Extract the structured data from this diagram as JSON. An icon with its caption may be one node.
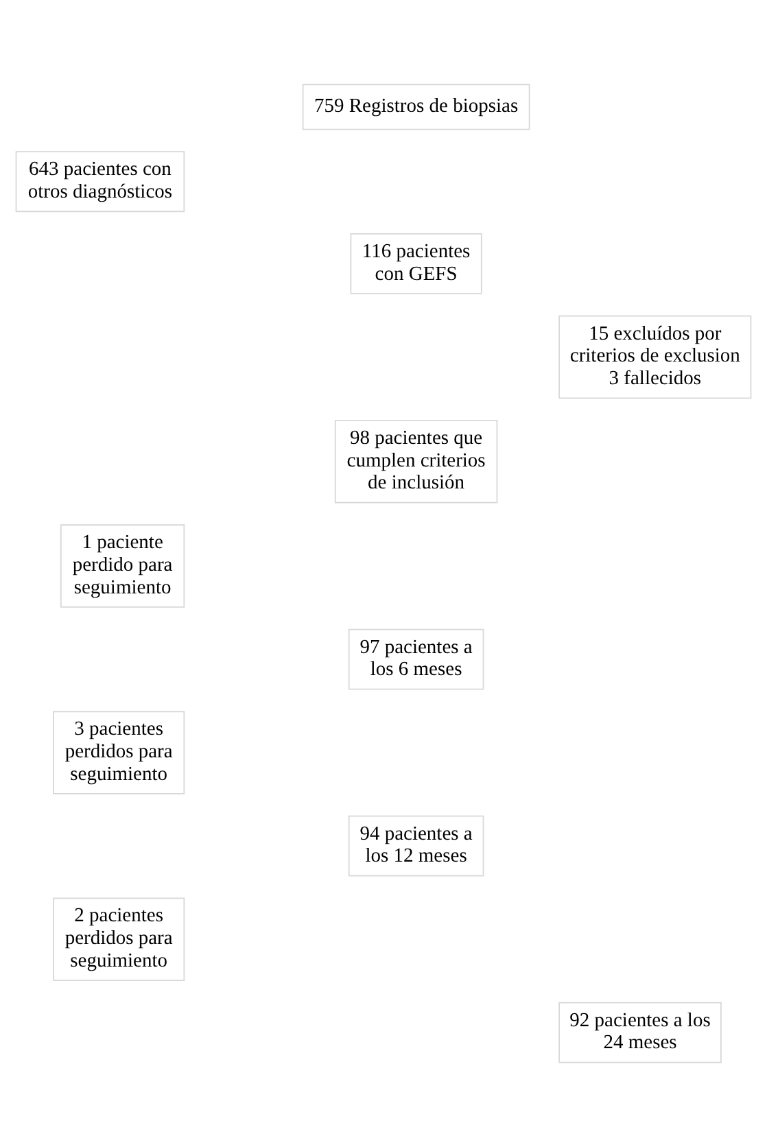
{
  "diagram": {
    "nodes": [
      {
        "text": [
          "759 Registros de biopsias"
        ]
      },
      {
        "text": [
          "643 pacientes con otros diagnósticos"
        ]
      },
      {
        "text": [
          "116 pacientes con GEFS"
        ]
      },
      {
        "text": [
          "15 excluídos por criterios de exclusion",
          "3 fallecidos"
        ]
      },
      {
        "text": [
          "98 pacientes que cumplen criterios de inclusión"
        ]
      },
      {
        "text": [
          "1 paciente perdido para seguimiento"
        ]
      },
      {
        "text": [
          "97 pacientes a los 6 meses"
        ]
      },
      {
        "text": [
          "3 pacientes perdidos para seguimiento"
        ]
      },
      {
        "text": [
          "94 pacientes a los 12 meses"
        ]
      },
      {
        "text": [
          "2 pacientes perdidos para seguimiento"
        ]
      },
      {
        "text": [
          "92 pacientes a los 24 meses"
        ]
      }
    ]
  }
}
